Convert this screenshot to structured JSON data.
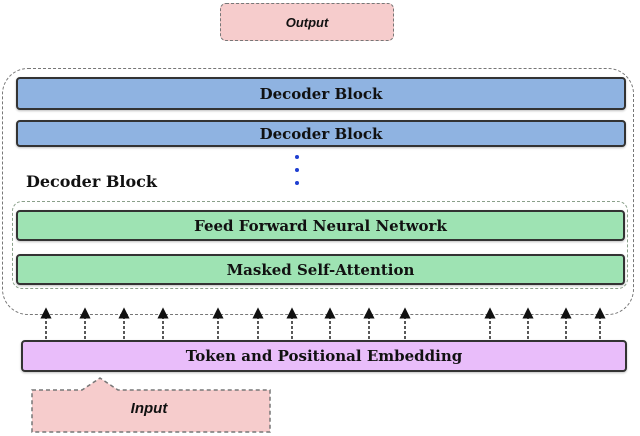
{
  "output_label": "Output",
  "decoder_stack": {
    "block_1": "Decoder Block",
    "block_2": "Decoder Block",
    "expanded_label": "Decoder Block",
    "ffn_label": "Feed Forward Neural Network",
    "attention_label": "Masked Self-Attention"
  },
  "embedding_label": "Token and Positional Embedding",
  "input_label": "Input",
  "colors": {
    "decoder": "#8fb3e1",
    "ffn": "#9ee3b3",
    "embedding": "#e9bdfa",
    "io": "#f6cccc"
  }
}
